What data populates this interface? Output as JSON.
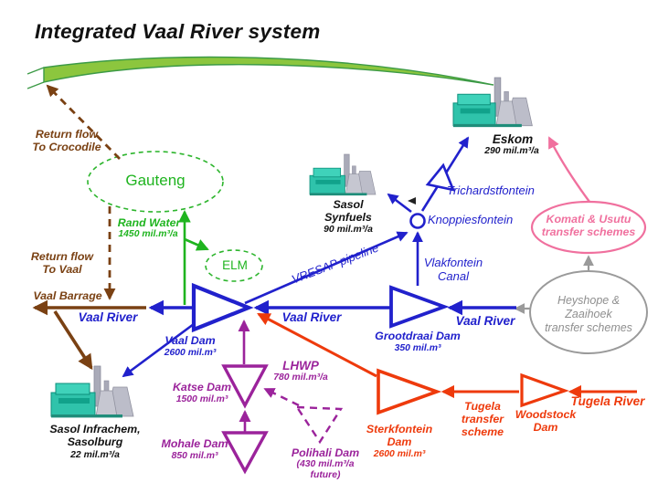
{
  "title": "Integrated Vaal River system",
  "regions": {
    "gauteng": "Gauteng",
    "elm": "ELM"
  },
  "flows": {
    "return_crocodile_1": "Return flow",
    "return_crocodile_2": "To Crocodile",
    "return_vaal_1": "Return flow",
    "return_vaal_2": "To Vaal",
    "vaal_barrage": "Vaal Barrage",
    "vaal_river": "Vaal River",
    "vresap": "VRESAP pipeline",
    "vlakfontein_1": "Vlakfontein",
    "vlakfontein_2": "Canal",
    "rand_water": "Rand Water",
    "rand_water_value": "1450 mil.m³/a",
    "knoppiesfontein": "Knoppiesfontein",
    "trichardstfontein": "Trichardstfontein",
    "lhwp": "LHWP",
    "lhwp_value": "780 mil.m³/a",
    "tugela_transfer_1": "Tugela",
    "tugela_transfer_2": "transfer",
    "tugela_transfer_3": "scheme",
    "tugela_river": "Tugela River"
  },
  "dams": {
    "vaal_name": "Vaal Dam",
    "vaal_value": "2600 mil.m³",
    "grootdraai_name": "Grootdraai Dam",
    "grootdraai_value": "350 mil.m³",
    "katse_name": "Katse Dam",
    "katse_value": "1500 mil.m³",
    "mohale_name": "Mohale Dam",
    "mohale_value": "850 mil.m³",
    "polihali_name": "Polihali Dam",
    "polihali_value_1": "(430 mil.m³/a",
    "polihali_value_2": "future)",
    "sterkfontein_1": "Sterkfontein",
    "sterkfontein_2": "Dam",
    "sterkfontein_value": "2600 mil.m³",
    "woodstock_1": "Woodstock",
    "woodstock_2": "Dam"
  },
  "users": {
    "eskom_name": "Eskom",
    "eskom_value": "290 mil.m³/a",
    "synfuels_1": "Sasol",
    "synfuels_2": "Synfuels",
    "synfuels_value": "90 mil.m³/a",
    "infrachem_1": "Sasol Infrachem,",
    "infrachem_2": "Sasolburg",
    "infrachem_value": "22 mil.m³/a"
  },
  "schemes": {
    "komati_1": "Komati & Usutu",
    "komati_2": "transfer schemes",
    "heyshope_1": "Heyshope &",
    "heyshope_2": "Zaaihoek",
    "heyshope_3": "transfer schemes"
  },
  "colors": {
    "blue": "#2121cc",
    "green": "#1fb41f",
    "brown": "#7a4113",
    "purple": "#9b239b",
    "red": "#ee3a0c",
    "pink": "#f0709e",
    "gray": "#9a9a9a",
    "band_green": "#8cc63e",
    "band_edge": "#3c9a46",
    "black": "#111111",
    "factory_teal": "#2fc3ab",
    "tower_gray": "#b4b5c2"
  }
}
